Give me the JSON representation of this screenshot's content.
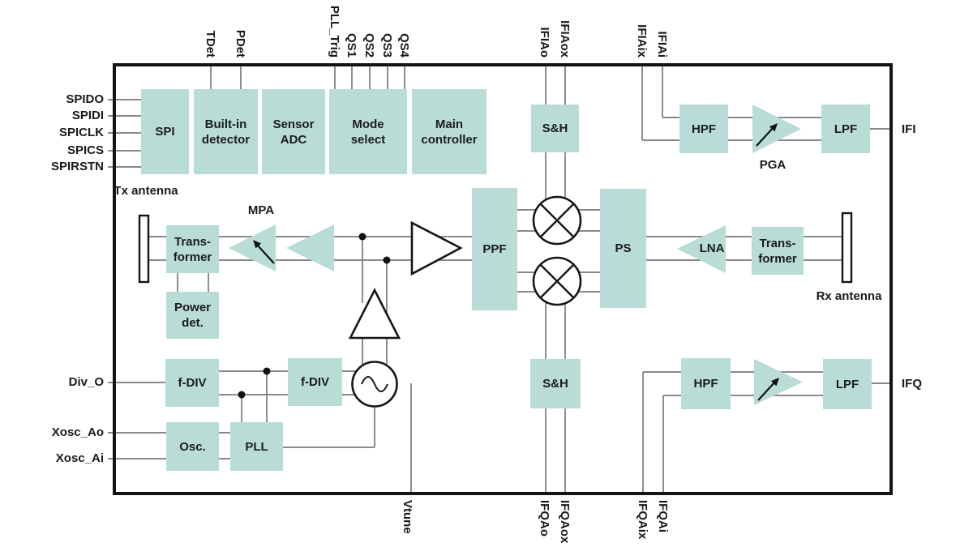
{
  "colors": {
    "block_fill": "#b9dcd6",
    "wire_gray": "#7a7a7a",
    "outline_black": "#161616",
    "background": "#ffffff"
  },
  "pins": {
    "left": [
      "SPIDO",
      "SPIDI",
      "SPICLK",
      "SPICS",
      "SPIRSTN"
    ],
    "clock_left": [
      "Div_O",
      "Xosc_Ao",
      "Xosc_Ai"
    ],
    "top": [
      "TDet",
      "PDet",
      "PLL_Trig",
      "QS1",
      "QS2",
      "QS3",
      "QS4",
      "IFIAo",
      "IFIAox",
      "IFIAix",
      "IFIAi"
    ],
    "bottom": [
      "Vtune",
      "IFQAo",
      "IFQAox",
      "IFQAix",
      "IFQAi"
    ],
    "right": [
      "IFI",
      "IFQ"
    ]
  },
  "blocks": {
    "spi": "SPI",
    "built_in_detector": "Built-in detector",
    "sensor_adc": "Sensor ADC",
    "mode_select": "Mode select",
    "main_controller": "Main controller",
    "sh_top": "S&H",
    "hpf_top": "HPF",
    "lpf_top": "LPF",
    "pga_top": "PGA",
    "tx_transformer_l1": "Trans-",
    "tx_transformer_l2": "former",
    "power_det_l1": "Power",
    "power_det_l2": "det.",
    "mpa": "MPA",
    "ppf": "PPF",
    "ps": "PS",
    "lna": "LNA",
    "rx_transformer_l1": "Trans-",
    "rx_transformer_l2": "former",
    "fdiv_left": "f-DIV",
    "fdiv_right": "f-DIV",
    "osc": "Osc.",
    "pll": "PLL",
    "sh_bottom": "S&H",
    "hpf_bottom": "HPF",
    "lpf_bottom": "LPF"
  },
  "annotations": {
    "tx_antenna": "Tx antenna",
    "rx_antenna": "Rx antenna"
  }
}
